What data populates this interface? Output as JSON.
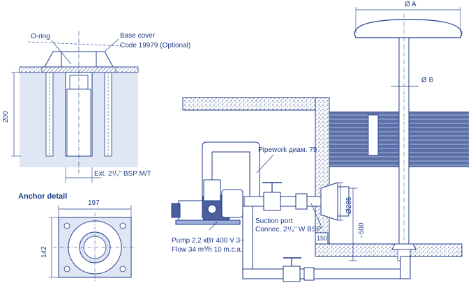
{
  "labels": {
    "o_ring": "O-ring",
    "base_cover": "Base cover",
    "code": "Code 19979 (Optional)",
    "dim_200": "200",
    "ext_bsp": "Ext. 2¹/₂\" BSP M/T",
    "anchor_detail": "Anchor detail",
    "dim_197": "197",
    "dim_142": "142",
    "dia_a": "Ø A",
    "dia_b": "Ø B",
    "pipework": "Pipework диам. 75",
    "suction_port": "Suction port",
    "connec": "Connec. 2¹/₂\" W BSP",
    "pump_line1": "Pump 2.2 кВт 400 V 3~",
    "pump_line2": "Flow 34 m³/h 10 m.c.a.",
    "dim_285": "Ø285",
    "dim_500": "~500",
    "dim_150": "150"
  },
  "colors": {
    "line": "#1d3a8a",
    "water": "#4a5f9c",
    "water_light": "#9eb0d8",
    "fill_light": "#dfe6f4",
    "text": "#1d3a8a"
  }
}
